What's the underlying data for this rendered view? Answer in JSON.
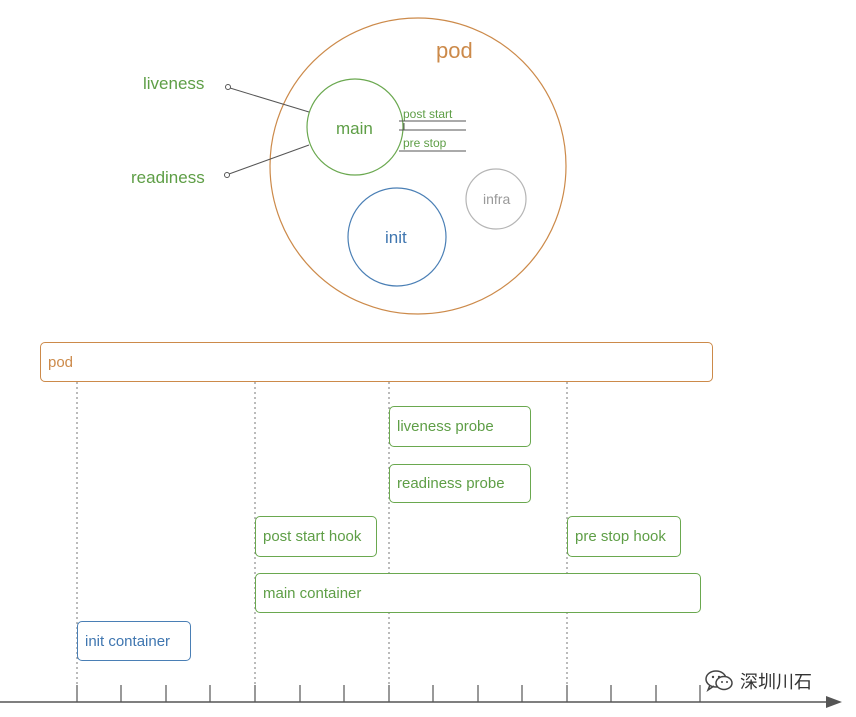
{
  "colors": {
    "pod": "#cc8a4a",
    "container": "#6aa84f",
    "init": "#4a7fb5",
    "infra": "#b5b5b5",
    "axis": "#555555",
    "label_gray": "#666666"
  },
  "pod_diagram": {
    "pod_label": "pod",
    "main_label": "main",
    "post_start_label": "post start",
    "pre_stop_label": "pre stop",
    "init_label": "init",
    "infra_label": "infra",
    "liveness_label": "liveness",
    "readiness_label": "readiness"
  },
  "timeline": {
    "pod": "pod",
    "liveness_probe": "liveness probe",
    "readiness_probe": "readiness probe",
    "post_start_hook": "post start hook",
    "pre_stop_hook": "pre stop hook",
    "main_container": "main container",
    "init_container": "init container"
  },
  "watermark": {
    "icon": "wechat-icon",
    "text": "深圳川石"
  }
}
